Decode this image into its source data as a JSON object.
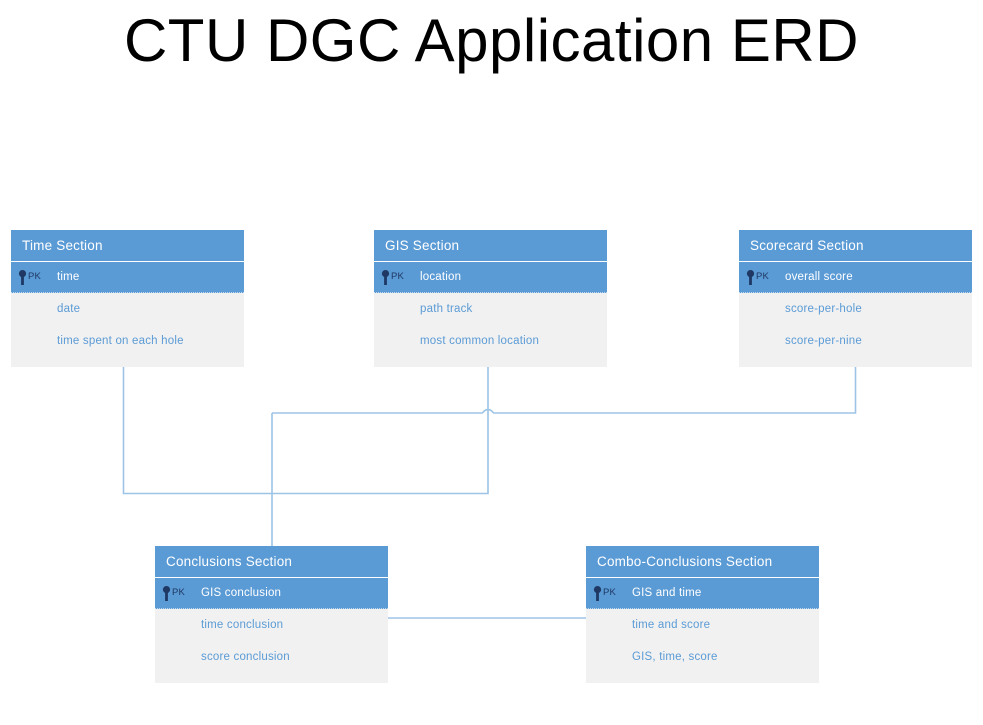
{
  "title": "CTU DGC Application ERD",
  "theme": {
    "header_fill": "#5B9BD5",
    "pk_row_fill": "#5B9BD5",
    "body_fill": "#F1F1F1",
    "attr_text": "#5B9BD5",
    "header_text": "#FFFFFF",
    "connector_line": "#9DC3E6",
    "key_icon": "#1F3864",
    "title_text": "#000000",
    "page_background": "#FFFFFF"
  },
  "pk_tag": "PK",
  "key_icon_name": "primary-key-icon",
  "entities": [
    {
      "id": "time-section",
      "name": "Time Section",
      "pk": "time",
      "attributes": [
        "date",
        "time spent on each hole"
      ]
    },
    {
      "id": "gis-section",
      "name": "GIS Section",
      "pk": "location",
      "attributes": [
        "path track",
        "most common location"
      ]
    },
    {
      "id": "scorecard-section",
      "name": "Scorecard Section",
      "pk": "overall score",
      "attributes": [
        "score-per-hole",
        "score-per-nine"
      ]
    },
    {
      "id": "conclusions-section",
      "name": "Conclusions Section",
      "pk": "GIS conclusion",
      "attributes": [
        "time conclusion",
        "score conclusion"
      ]
    },
    {
      "id": "combo-conclusions-section",
      "name": "Combo-Conclusions Section",
      "pk": "GIS and time",
      "attributes": [
        "time and score",
        "GIS, time, score"
      ]
    }
  ],
  "relationships": [
    {
      "id": "time-to-conclusions",
      "from": "time-section",
      "to": "conclusions-section"
    },
    {
      "id": "gis-to-conclusions",
      "from": "gis-section",
      "to": "conclusions-section"
    },
    {
      "id": "scorecard-to-conclusions",
      "from": "scorecard-section",
      "to": "conclusions-section"
    },
    {
      "id": "conclusions-to-combo",
      "from": "conclusions-section",
      "to": "combo-conclusions-section"
    }
  ]
}
